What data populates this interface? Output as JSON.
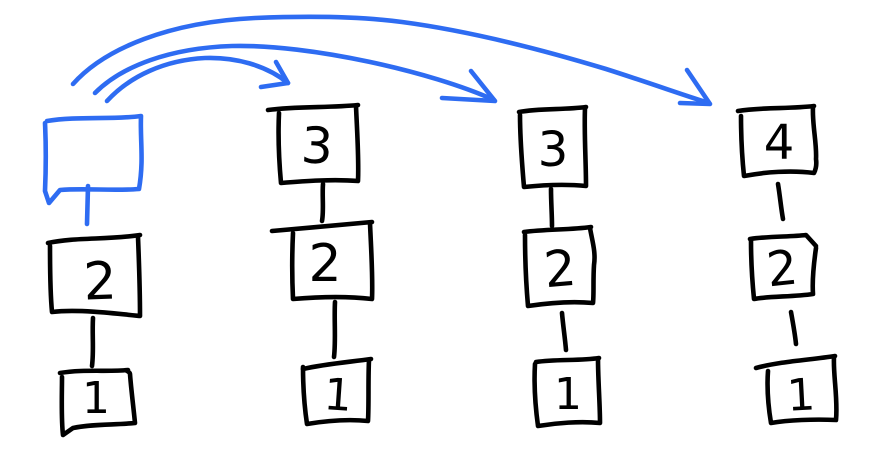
{
  "canvas": {
    "background_color": "#ffffff",
    "ink_color": "#000000",
    "accent_color": "#2e6cf2"
  },
  "diagram": {
    "stacks": [
      {
        "id": "stack-1",
        "nodes": [
          {
            "label": "",
            "highlighted": true
          },
          {
            "label": "2"
          },
          {
            "label": "1"
          }
        ]
      },
      {
        "id": "stack-2",
        "nodes": [
          {
            "label": "3"
          },
          {
            "label": "2"
          },
          {
            "label": "1"
          }
        ]
      },
      {
        "id": "stack-3",
        "nodes": [
          {
            "label": "3"
          },
          {
            "label": "2"
          },
          {
            "label": "1"
          }
        ]
      },
      {
        "id": "stack-4",
        "nodes": [
          {
            "label": "4"
          },
          {
            "label": "2"
          },
          {
            "label": "1"
          }
        ]
      }
    ],
    "arrows": [
      {
        "from": "stack-1",
        "to": "stack-2"
      },
      {
        "from": "stack-1",
        "to": "stack-3"
      },
      {
        "from": "stack-1",
        "to": "stack-4"
      }
    ]
  }
}
